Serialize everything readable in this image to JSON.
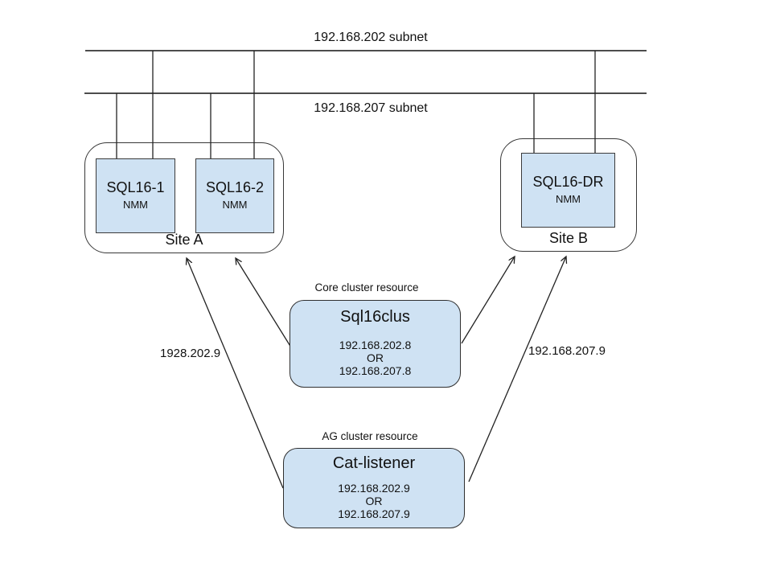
{
  "subnets": {
    "s202": {
      "label": "192.168.202 subnet"
    },
    "s207": {
      "label": "192.168.207 subnet"
    }
  },
  "sites": {
    "a": {
      "label": "Site A",
      "nodes": [
        {
          "name": "SQL16-1",
          "agent": "NMM"
        },
        {
          "name": "SQL16-2",
          "agent": "NMM"
        }
      ]
    },
    "b": {
      "label": "Site B",
      "nodes": [
        {
          "name": "SQL16-DR",
          "agent": "NMM"
        }
      ]
    }
  },
  "resources": {
    "core": {
      "caption": "Core cluster resource",
      "title": "Sql16clus",
      "ip_a": "192.168.202.8",
      "or_label": "OR",
      "ip_b": "192.168.207.8"
    },
    "ag": {
      "caption": "AG cluster resource",
      "title": "Cat-listener",
      "ip_a": "192.168.202.9",
      "or_label": "OR",
      "ip_b": "192.168.207.9"
    }
  },
  "connection_labels": {
    "left": "1928.202.9",
    "right": "192.168.207.9"
  },
  "colors": {
    "node_fill": "#cfe2f3",
    "node_border": "#3b3b3b",
    "line": "#222222",
    "subnet_line": "#4d4d4d"
  }
}
